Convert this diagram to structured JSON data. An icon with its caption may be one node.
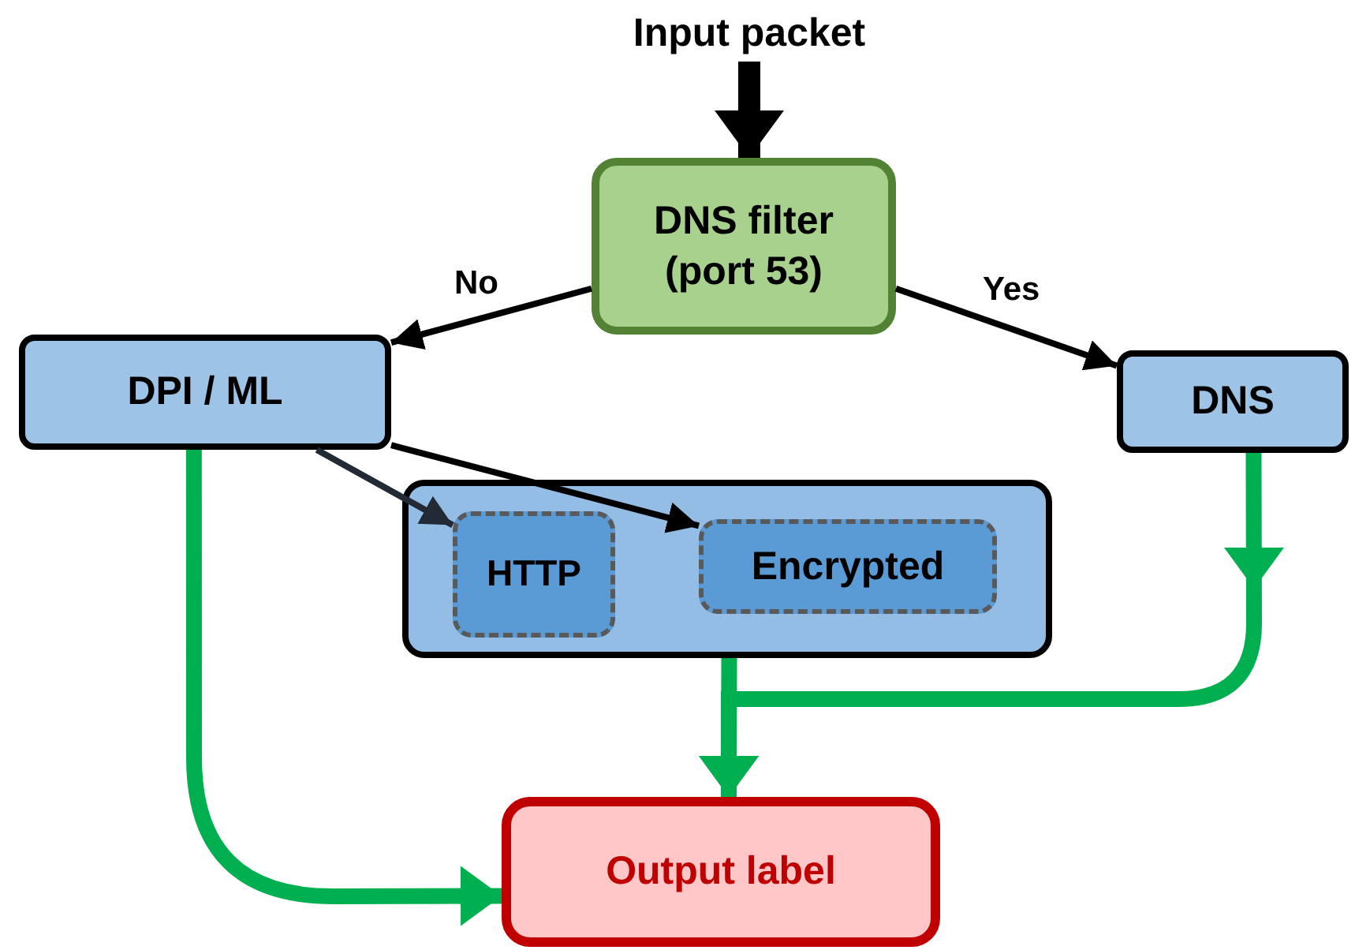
{
  "diagram": {
    "nodes": [
      {
        "text": [
          "Input packet"
        ]
      },
      {
        "text": [
          "DNS filter (port 53)"
        ]
      },
      {
        "text": [
          "DPI / ML"
        ]
      },
      {
        "text": [
          "DNS"
        ]
      },
      {
        "text": [],
        "shape": "box"
      },
      {
        "text": [
          "HTTP"
        ],
        "in": 4
      },
      {
        "text": [
          "Encrypted"
        ],
        "in": 4
      },
      {
        "text": [
          "Output label"
        ]
      }
    ],
    "edges": [
      {
        "from": 0,
        "to": 1,
        "arrow": "to",
        "style": "thick"
      },
      {
        "from": 1,
        "to": 2,
        "arrow": "to",
        "label": "No"
      },
      {
        "from": 1,
        "to": 3,
        "arrow": "to",
        "label": "Yes"
      },
      {
        "from": 2,
        "to": 5,
        "arrow": "to",
        "color": "#222a35"
      },
      {
        "from": 2,
        "to": 6,
        "arrow": "to"
      },
      {
        "from": 2,
        "to": 7,
        "arrow": "to",
        "style": "thick",
        "color": "#00b050"
      },
      {
        "from": 3,
        "to": 7,
        "arrow": "to",
        "style": "thick",
        "color": "#00b050"
      },
      {
        "from": 4,
        "to": 7,
        "arrow": "to",
        "style": "thick",
        "color": "#00b050"
      }
    ]
  }
}
